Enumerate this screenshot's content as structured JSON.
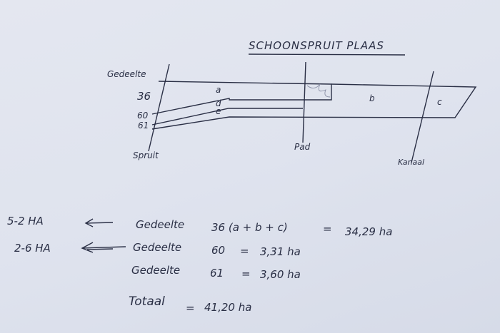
{
  "title": "SCHOONSPRUIT PLAAS",
  "diagram": {
    "gedeelte_label": "Gedeelte",
    "plot_numbers": [
      "36",
      "60",
      "61"
    ],
    "section_labels": {
      "a": "a",
      "b": "b",
      "c": "c",
      "d": "d",
      "e": "e"
    },
    "boundary_labels": {
      "spruit": "Spruit",
      "pad": "Pad",
      "kanaal": "Kanaal"
    }
  },
  "notes": {
    "left": [
      "5-2 HA",
      "2-6 HA"
    ],
    "rows": [
      {
        "label": "Gedeelte",
        "plot": "36 (a + b + c)",
        "eq": "=",
        "value": "34,29 ha"
      },
      {
        "label": "Gedeelte",
        "plot": "60",
        "eq": "=",
        "value": "3,31 ha"
      },
      {
        "label": "Gedeelte",
        "plot": "61",
        "eq": "=",
        "value": "3,60 ha"
      }
    ],
    "total": {
      "label": "Totaal",
      "eq": "=",
      "value": "41,20 ha"
    }
  }
}
